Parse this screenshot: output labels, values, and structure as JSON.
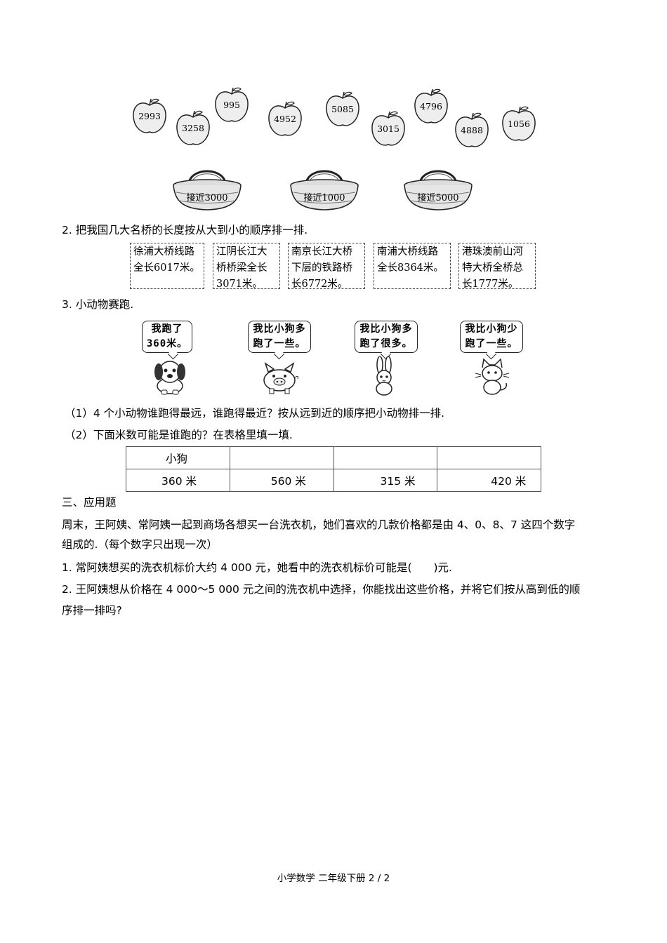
{
  "apples": [
    "2993",
    "3258",
    "995",
    "4952",
    "5085",
    "3015",
    "4796",
    "4888",
    "1056"
  ],
  "baskets": [
    "接近3000",
    "接近1000",
    "接近5000"
  ],
  "q2": {
    "title": "2. 把我国几大名桥的长度按从大到小的顺序排一排.",
    "bridges": [
      {
        "l1": "徐浦大桥线路",
        "l2": "全长6017米。",
        "l3": ""
      },
      {
        "l1": "江阴长江大",
        "l2": "桥桥梁全长",
        "l3": "3071米。"
      },
      {
        "l1": "南京长江大桥",
        "l2": "下层的铁路桥",
        "l3": "长6772米。"
      },
      {
        "l1": "南浦大桥线路",
        "l2": "全长8364米。",
        "l3": ""
      },
      {
        "l1": "港珠澳前山河",
        "l2": "特大桥全桥总",
        "l3": "长1777米。"
      }
    ]
  },
  "q3": {
    "title": "3. 小动物赛跑.",
    "bubbles": [
      {
        "l1": "我跑了",
        "l2": "360米。"
      },
      {
        "l1": "我比小狗多",
        "l2": "跑了一些。"
      },
      {
        "l1": "我比小狗多",
        "l2": "跑了很多。"
      },
      {
        "l1": "我比小狗少",
        "l2": "跑了一些。"
      }
    ],
    "animals": [
      "dog",
      "pig",
      "rabbit",
      "cat"
    ],
    "sub1": "（1）4 个小动物谁跑得最远，谁跑得最近？按从远到近的顺序把小动物排一排.",
    "sub2": "（2）下面米数可能是谁跑的？在表格里填一填.",
    "table": {
      "row1": [
        "小狗",
        "",
        "",
        ""
      ],
      "row2": [
        "360 米",
        "560 米",
        "315 米",
        "420 米"
      ]
    }
  },
  "section3": {
    "heading": "三、应用题",
    "intro1": "周末，王阿姨、常阿姨一起到商场各想买一台洗衣机，她们喜欢的几款价格都是由 4、0、8、7 这四个数字",
    "intro2": "组成的.（每个数字只出现一次）",
    "q1": "1. 常阿姨想买的洗衣机标价大约 4 000 元，她看中的洗衣机标价可能是(　　)元.",
    "q2a": "2. 王阿姨想从价格在 4 000～5 000 元之间的洗衣机中选择，你能找出这些价格，并将它们按从高到低的顺",
    "q2b": "序排一排吗?"
  },
  "footer": "小学数学  二年级下册  2 / 2"
}
